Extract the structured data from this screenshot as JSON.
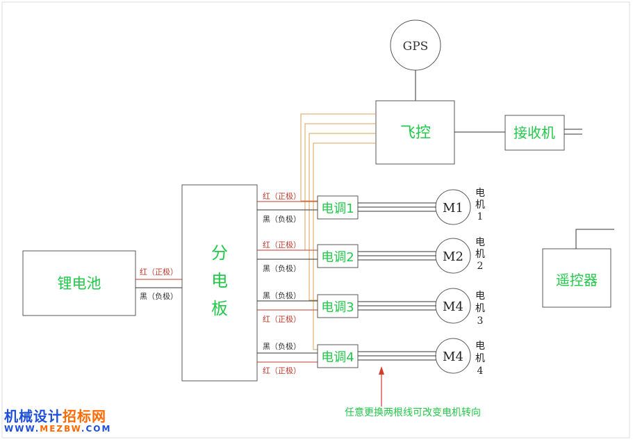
{
  "nodes": {
    "gps": "GPS",
    "flight_controller": "飞控",
    "receiver": "接收机",
    "battery": "锂电池",
    "distribution_board": [
      "分",
      "电",
      "板"
    ],
    "remote": "遥控器",
    "esc": [
      "电调1",
      "电调2",
      "电调3",
      "电调4"
    ],
    "motors": [
      "M1",
      "M2",
      "M4",
      "M4"
    ],
    "motor_labels": [
      [
        "电",
        "机",
        "1"
      ],
      [
        "电",
        "机",
        "2"
      ],
      [
        "电",
        "机",
        "3"
      ],
      [
        "电",
        "机",
        "4"
      ]
    ]
  },
  "wire_labels": {
    "red_positive": "红（正极）",
    "black_negative": "黑（负极）"
  },
  "note": "任意更换两根线可改变电机转向",
  "logo": {
    "line1_a": "机械设计",
    "line1_b": "招标网",
    "line2_a": "WWW.",
    "line2_b": "MEZBW",
    "line2_c": ".COM"
  },
  "colors": {
    "label_green": "#22c84a",
    "red_wire": "#c0392b",
    "signal_wire": "#d9a15a",
    "logo_blue": "#1e4fd8",
    "logo_orange": "#ff6a00"
  }
}
